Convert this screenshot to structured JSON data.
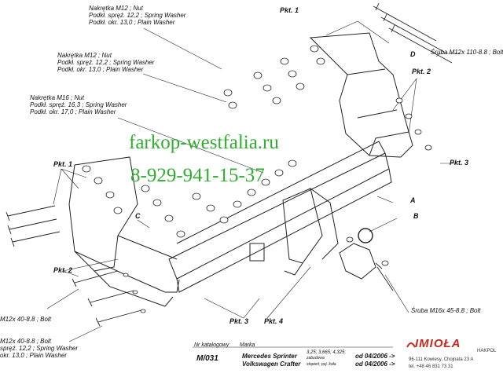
{
  "callouts": {
    "nut_m12_top": [
      "Nakrętka  M12 ; Nut",
      "Podkł. spręż. 12,2 ; Spring Washer",
      "Podkł. okr. 13,0 ;  Plain Washer"
    ],
    "nut_m12_mid": [
      "Nakrętka  M12 ; Nut",
      "Podkł. spręż. 12,2 ; Spring Washer",
      "Podkł. okr. 13,0 ;  Plain Washer"
    ],
    "nut_m16": [
      "Nakrętka  M16 ; Nut",
      "Podkł. spręż. 16,3 ; Spring Washer",
      "Podkł. okr. 17,0 ;  Plain Washer"
    ],
    "bolt_m12x110": "Śruba M12x 110-8.8 ;  Bolt",
    "bolt_m16x45": "Śruba M16x 45-8.8 ;  Bolt",
    "bolt_m12x40_a": "M12x 40-8.8 ;  Bolt",
    "bolt_m12x40_b": [
      "M12x 40-8.8 ;  Bolt",
      "spręż. 12,2 ; Spring Washer",
      "okr. 13,0 ;  Plain Washer"
    ]
  },
  "points": {
    "pkt1_top": "Pkt. 1",
    "pkt2_right": "Pkt. 2",
    "pkt3_right": "Pkt. 3",
    "pkt1_left": "Pkt. 1",
    "pkt2_left": "Pkt. 2",
    "pkt3_bottom": "Pkt. 3",
    "pkt4_bottom": "Pkt. 4"
  },
  "letters": {
    "a": "A",
    "b": "B",
    "c": "C",
    "d": "D"
  },
  "watermark": {
    "line1": "farkop-westfalia.ru",
    "line2": "8-929-941-15-37",
    "color": "#2fae2f"
  },
  "title_block": {
    "catalog_label": "Nr katalogowy",
    "catalog_number": "M/031",
    "make_label": "Marka",
    "model_1": "Mercedes Sprinter",
    "model_2": "Volkswagen Crafter",
    "specs": "3,25; 3,665; 4,325;",
    "specs_sub_1": "zabudowa",
    "specs_sub_2": "stopień; poj. koła",
    "date_1": "od  04/2006 ->",
    "date_2": "od  04/2006 ->"
  },
  "logo": {
    "name": "IMIOŁA",
    "sub": "HAKPOL",
    "address": "96-111 Kowiesy, Chojnata 23 A",
    "phone": "tel. +48 46 831 73 31",
    "color": "#c8281e"
  }
}
